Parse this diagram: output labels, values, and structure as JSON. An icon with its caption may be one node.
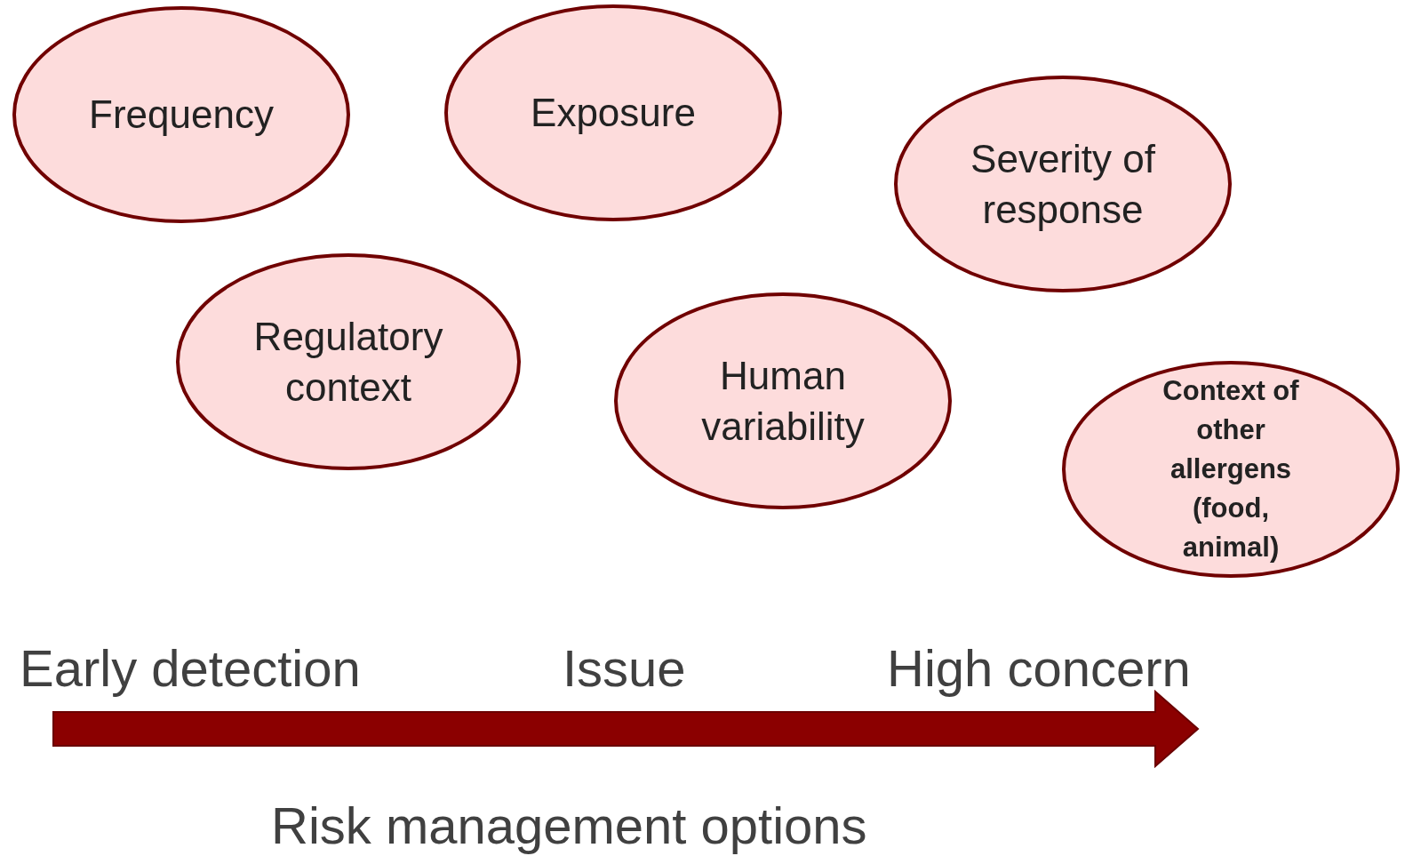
{
  "diagram": {
    "nodes": [
      {
        "text": [
          "Frequency"
        ]
      },
      {
        "text": [
          "Exposure"
        ]
      },
      {
        "text": [
          "Severity of response"
        ]
      },
      {
        "text": [
          "Regulatory context"
        ]
      },
      {
        "text": [
          "Human variability"
        ]
      },
      {
        "text": [
          "Context of other allergens (food, animal)"
        ]
      }
    ],
    "labels": [
      "Early detection",
      "Issue",
      "High concern",
      "Risk management options"
    ]
  }
}
